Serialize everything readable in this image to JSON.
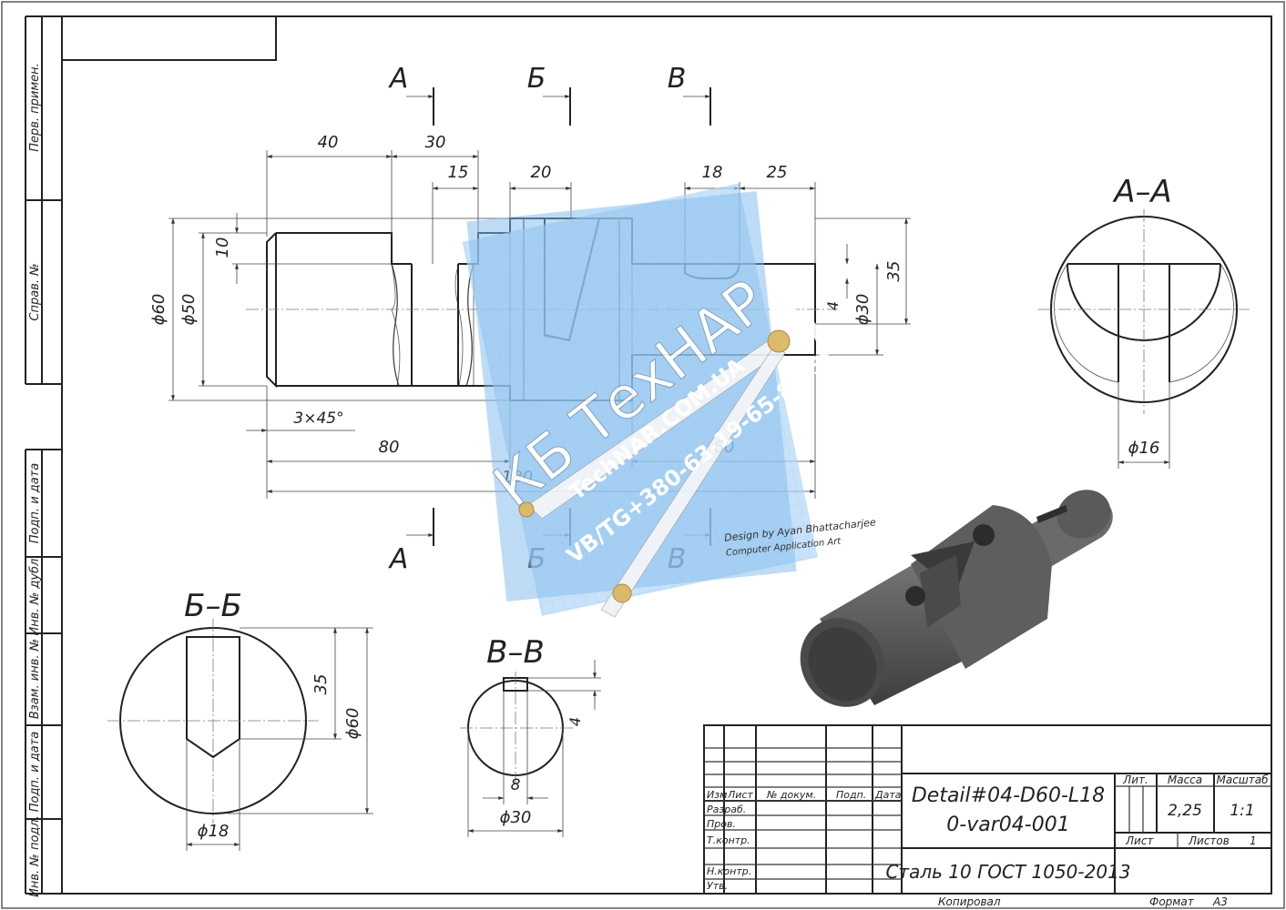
{
  "side_strip": {
    "perv_primen": "Перв. примен.",
    "sprav_no": "Справ. №",
    "podp_data_1": "Подп. и дата",
    "inv_dubl": "Инв. № дубл.",
    "vzam_inv": "Взам. инв. №",
    "podp_data_2": "Подп. и дата",
    "inv_podl": "Инв. № подл."
  },
  "section_marks": {
    "a": "А",
    "b": "Б",
    "v": "В"
  },
  "section_titles": {
    "aa": "А–А",
    "bb": "Б–Б",
    "vv": "В–В"
  },
  "dimensions": {
    "d40": "40",
    "d30": "30",
    "d15": "15",
    "d20": "20",
    "d18": "18",
    "d25": "25",
    "d10": "10",
    "phi60": "ϕ60",
    "phi50": "ϕ50",
    "d35": "35",
    "d4": "4",
    "phi30": "ϕ30",
    "chamfer": "3×45°",
    "d80": "80",
    "d60": "60",
    "d180": "180",
    "phi16": "ϕ16",
    "bb35": "35",
    "bb_phi60": "ϕ60",
    "phi18": "ϕ18",
    "vv4": "4",
    "vv8": "8",
    "vv_phi30": "ϕ30"
  },
  "watermark": {
    "brand": "КБ ТехНАР",
    "site": "TechNAR.COM.UA",
    "contact": "VB/TG+380-63-19-65-8-65",
    "caption_1": "Design by Ayan Bhattacharjee",
    "caption_2": "Computer Application Art"
  },
  "title_block": {
    "izm": "Изм",
    "list": "Лист",
    "dokum": "№ докум.",
    "podp": "Подп.",
    "data": "Дата",
    "razrab": "Разраб.",
    "prov": "Пров.",
    "tkontr": "Т.контр.",
    "nkontr": "Н.контр.",
    "utv": "Утв.",
    "designation_1": "Detail#04-D60-L18",
    "designation_2": "0-var04-001",
    "material": "Сталь 10  ГОСТ 1050-2013",
    "lit": "Лит.",
    "massa": "Масса",
    "masshtab": "Масштаб",
    "mass_value": "2,25",
    "scale_value": "1:1",
    "list_label": "Лист",
    "listov_label": "Листов",
    "listov_value": "1",
    "kopiroval": "Копировал",
    "format": "Формат",
    "format_value": "А3"
  }
}
